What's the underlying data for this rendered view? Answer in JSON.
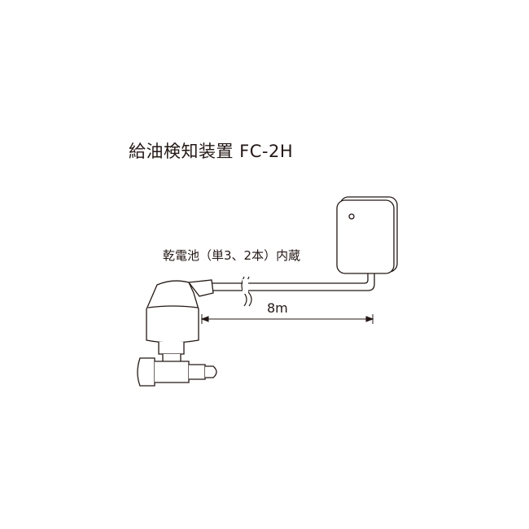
{
  "diagram": {
    "title": "給油検知装置 FC-2H",
    "battery_label": "乾電池（単3、2本）内蔵",
    "cable_length_label": "8m",
    "components": [
      "sensor-valve-unit",
      "cable",
      "receiver-box"
    ],
    "line_color": "#231815"
  }
}
